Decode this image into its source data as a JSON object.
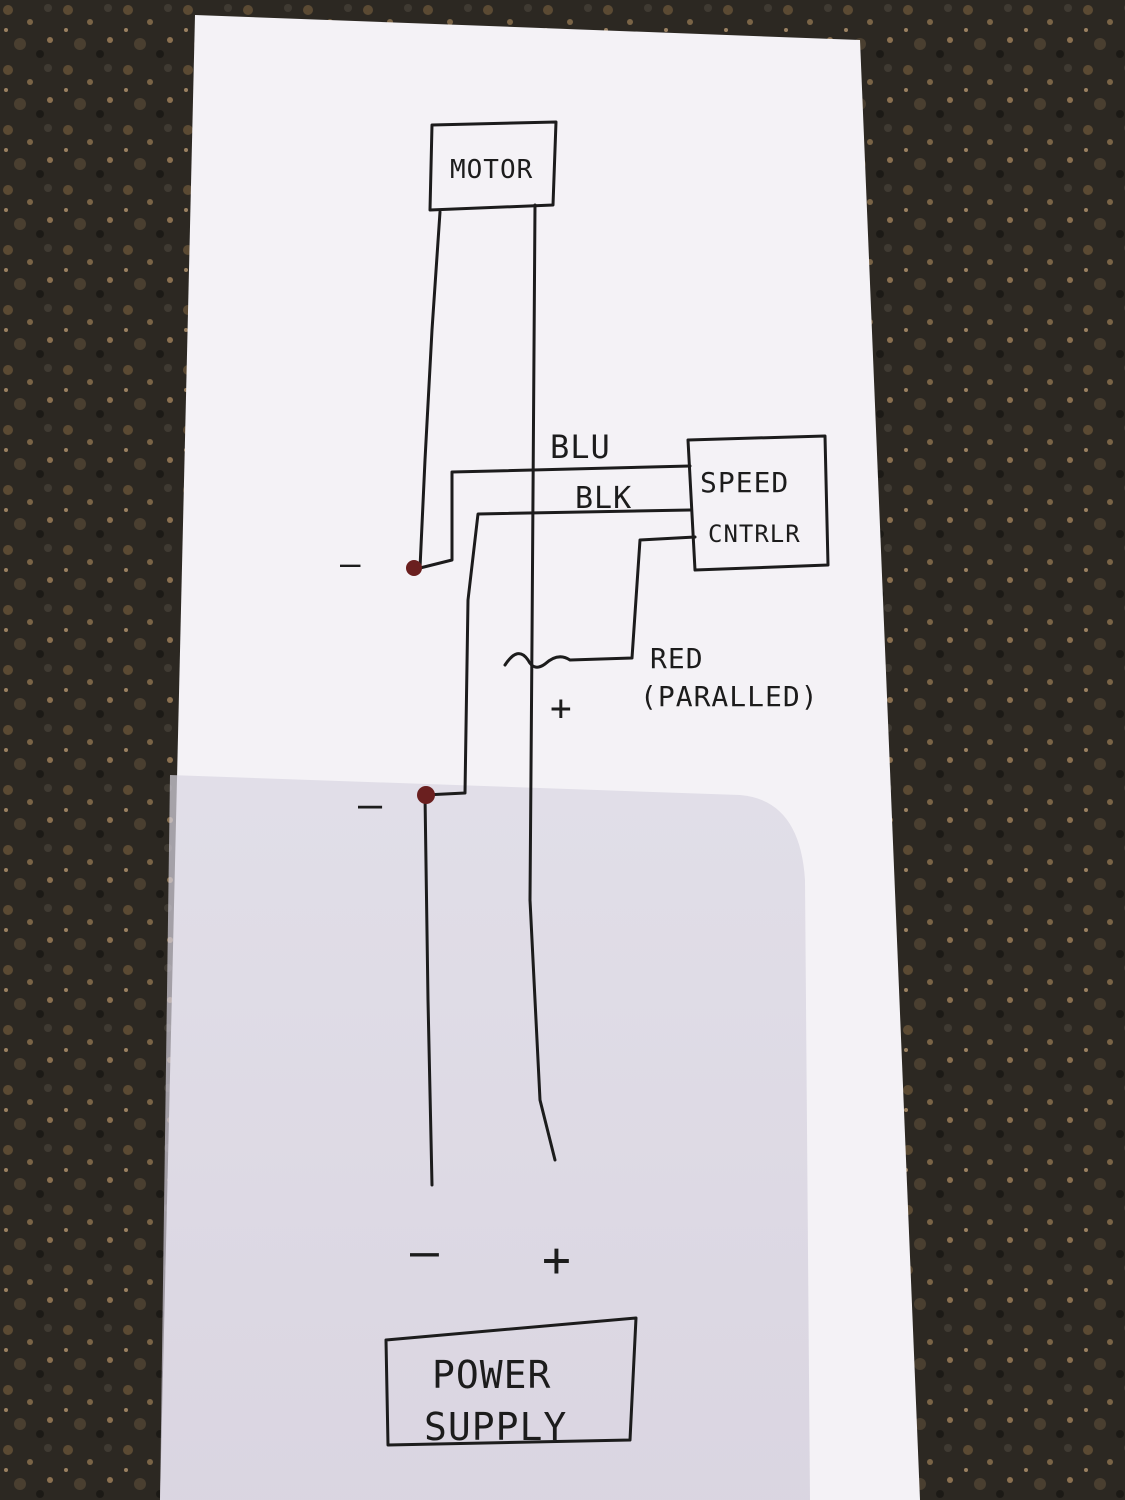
{
  "diagram": {
    "motor_label": "MOTOR",
    "speed_controller_label_line1": "SPEED",
    "speed_controller_label_line2": "CNTRLR",
    "power_supply_label_line1": "POWER",
    "power_supply_label_line2": "SUPPLY",
    "wire_blue_label": "BLU",
    "wire_black_label": "BLK",
    "wire_red_label_line1": "RED",
    "wire_red_label_line2": "(PARALLED)",
    "junction_upper_neg_sign": "–",
    "junction_lower_neg_sign": "–",
    "red_tap_pos_sign": "+",
    "supply_neg_terminal": "–",
    "supply_pos_terminal": "+"
  },
  "colors": {
    "paper": "#f4f2f6",
    "ink": "#1c1c1c",
    "junction_dot": "#6a1f1f",
    "countertop_dark": "#2a2620",
    "countertop_light": "#6e5a3e"
  }
}
